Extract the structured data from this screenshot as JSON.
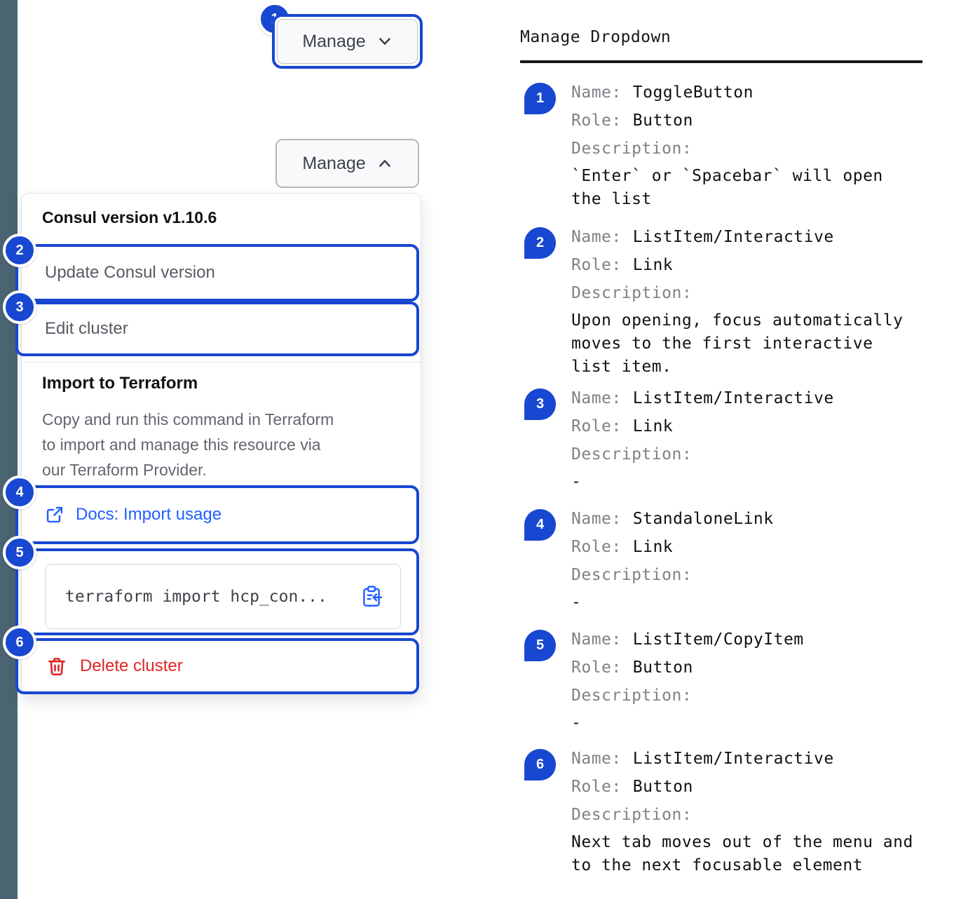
{
  "colors": {
    "annotation_blue": "#1847d1",
    "link_blue": "#1f61ff",
    "danger_red": "#e02525",
    "sidebar_strip": "#4b6471"
  },
  "badges": [
    "1",
    "2",
    "3",
    "4",
    "5",
    "6"
  ],
  "toggle_button": {
    "label": "Manage"
  },
  "open_button": {
    "label": "Manage"
  },
  "dropdown": {
    "version_header": "Consul version v1.10.6",
    "items": [
      {
        "label": "Update Consul version"
      },
      {
        "label": "Edit cluster"
      }
    ],
    "import_section": {
      "title": "Import to Terraform",
      "description": "Copy and run this command in Terraform\nto import and manage this resource via\nour Terraform Provider.",
      "docs_link_label": "Docs: Import usage",
      "code_text": "terraform import hcp_con...",
      "delete_label": "Delete cluster"
    }
  },
  "legend": {
    "title": "Manage Dropdown",
    "labels": {
      "name": "Name:",
      "role": "Role:",
      "description": "Description:"
    },
    "entries": [
      {
        "num": "1",
        "name": "ToggleButton",
        "role": "Button",
        "description": "`Enter` or `Spacebar` will open the list"
      },
      {
        "num": "2",
        "name": "ListItem/Interactive",
        "role": "Link",
        "description": "Upon opening, focus automatically moves to the first interactive list item."
      },
      {
        "num": "3",
        "name": "ListItem/Interactive",
        "role": "Link",
        "description": "-"
      },
      {
        "num": "4",
        "name": "StandaloneLink",
        "role": "Link",
        "description": "-"
      },
      {
        "num": "5",
        "name": "ListItem/CopyItem",
        "role": "Button",
        "description": "-"
      },
      {
        "num": "6",
        "name": "ListItem/Interactive",
        "role": "Button",
        "description": "Next tab moves out of the menu and to the next focusable element"
      }
    ]
  }
}
